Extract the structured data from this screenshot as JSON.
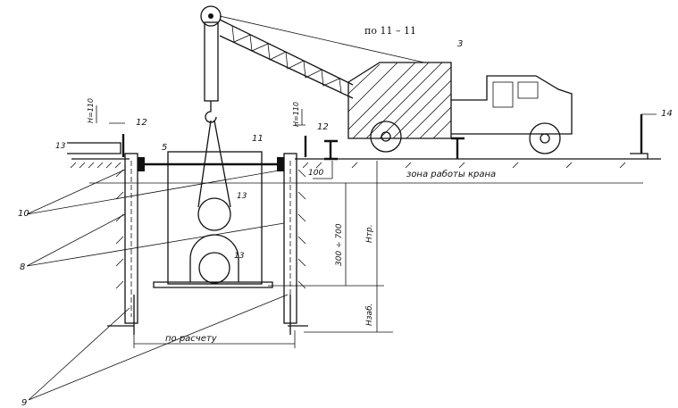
{
  "title": "по 11 – 11",
  "labels": {
    "crane": "3",
    "post": "14",
    "bench_left": "12",
    "bench_right": "12",
    "box": "11",
    "strut": "5",
    "pipe_upper": "13",
    "pipe_lower": "13",
    "pipe_left": "13",
    "walls": "10",
    "sheets": "8",
    "piles": "9"
  },
  "dimensions": {
    "h_left": "Н=110",
    "h_right": "Н=110",
    "offset": "100",
    "depth_range": "300 ÷ 700",
    "trench_depth": "Нтр.",
    "embed_depth": "Нзаб.",
    "width": "по расчету",
    "crane_zone": "зона работы крана"
  }
}
